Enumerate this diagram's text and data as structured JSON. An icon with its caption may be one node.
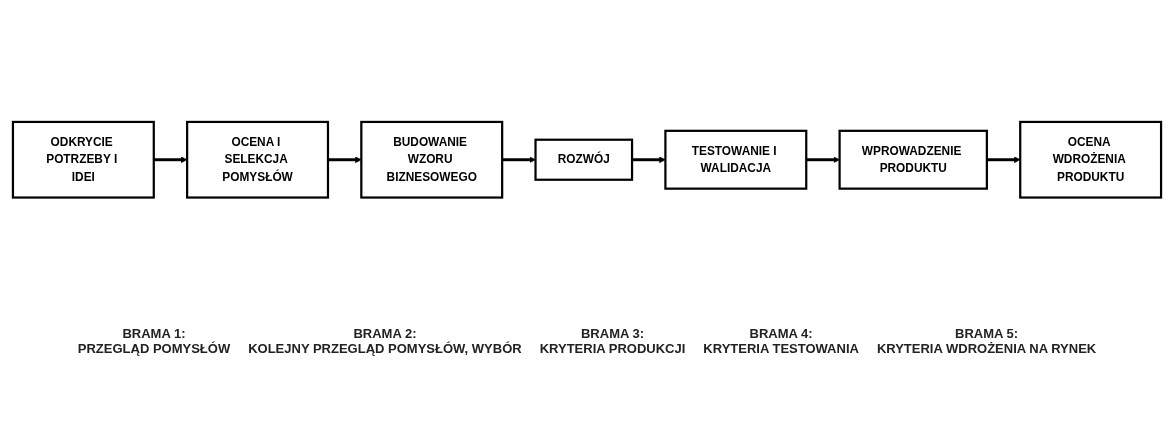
{
  "diagram": {
    "nodes": [
      {
        "text": [
          "ODKRYCIE POTRZEBY I IDEI"
        ]
      },
      {
        "text": [
          "OCENA I SELEKCJA POMYSŁÓW"
        ]
      },
      {
        "text": [
          "BUDOWANIE WZORU BIZNESOWEGO"
        ]
      },
      {
        "text": [
          "ROZWÓJ"
        ]
      },
      {
        "text": [
          "TESTOWANIE I WALIDACJA"
        ]
      },
      {
        "text": [
          "WPROWADZENIE PRODUKTU"
        ]
      },
      {
        "text": [
          "OCENA WDROŻENIA PRODUKTU"
        ]
      }
    ],
    "edges": [
      {
        "from": 0,
        "to": 1,
        "arrow": "to"
      },
      {
        "from": 1,
        "to": 2,
        "arrow": "to"
      },
      {
        "from": 2,
        "to": 3,
        "arrow": "to"
      },
      {
        "from": 3,
        "to": 4,
        "arrow": "to"
      },
      {
        "from": 4,
        "to": 5,
        "arrow": "to"
      },
      {
        "from": 5,
        "to": 6,
        "arrow": "to"
      }
    ],
    "labels": [
      "BRAMA 1:",
      "PRZEGLĄD POMYSŁÓW",
      "BRAMA 2:",
      "KOLEJNY PRZEGLĄD POMYSŁÓW, WYBÓR",
      "BRAMA 3:",
      "KRYTERIA PRODUKCJI",
      "BRAMA 4:",
      "KRYTERIA TESTOWANIA",
      "BRAMA 5:",
      "KRYTERIA WDROŻENIA NA RYNEK"
    ]
  }
}
